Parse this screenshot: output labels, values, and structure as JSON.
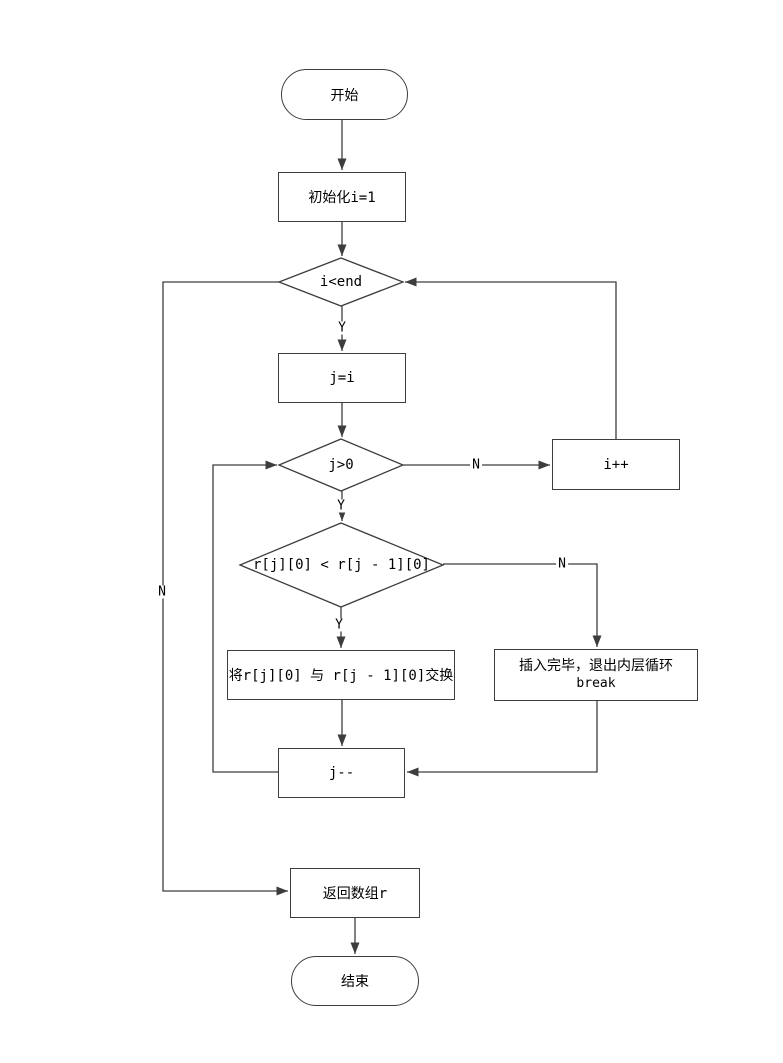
{
  "flowchart": {
    "nodes": {
      "start": {
        "label": "开始"
      },
      "init": {
        "label": "初始化i=1"
      },
      "cond_i": {
        "label": "i<end"
      },
      "assign_j": {
        "label": "j=i"
      },
      "cond_j": {
        "label": "j>0"
      },
      "inc_i": {
        "label": "i++"
      },
      "cond_cmp": {
        "label": "r[j][0] < r[j - 1][0]"
      },
      "swap": {
        "label": "将r[j][0] 与 r[j - 1][0]交换"
      },
      "brk": {
        "label_line1": "插入完毕，退出内层循环",
        "label_line2": "break"
      },
      "dec_j": {
        "label": "j--"
      },
      "ret": {
        "label": "返回数组r"
      },
      "end": {
        "label": "结束"
      }
    },
    "edge_labels": {
      "cond_i_yes": "Y",
      "cond_i_no": "N",
      "cond_j_yes": "Y",
      "cond_j_no": "N",
      "cond_cmp_yes": "Y",
      "cond_cmp_no": "N"
    },
    "colors": {
      "line": "#3d3d3d",
      "node_border": "#3d3d3d",
      "node_fill": "#ffffff",
      "text": "#000000",
      "background": "#ffffff"
    }
  }
}
